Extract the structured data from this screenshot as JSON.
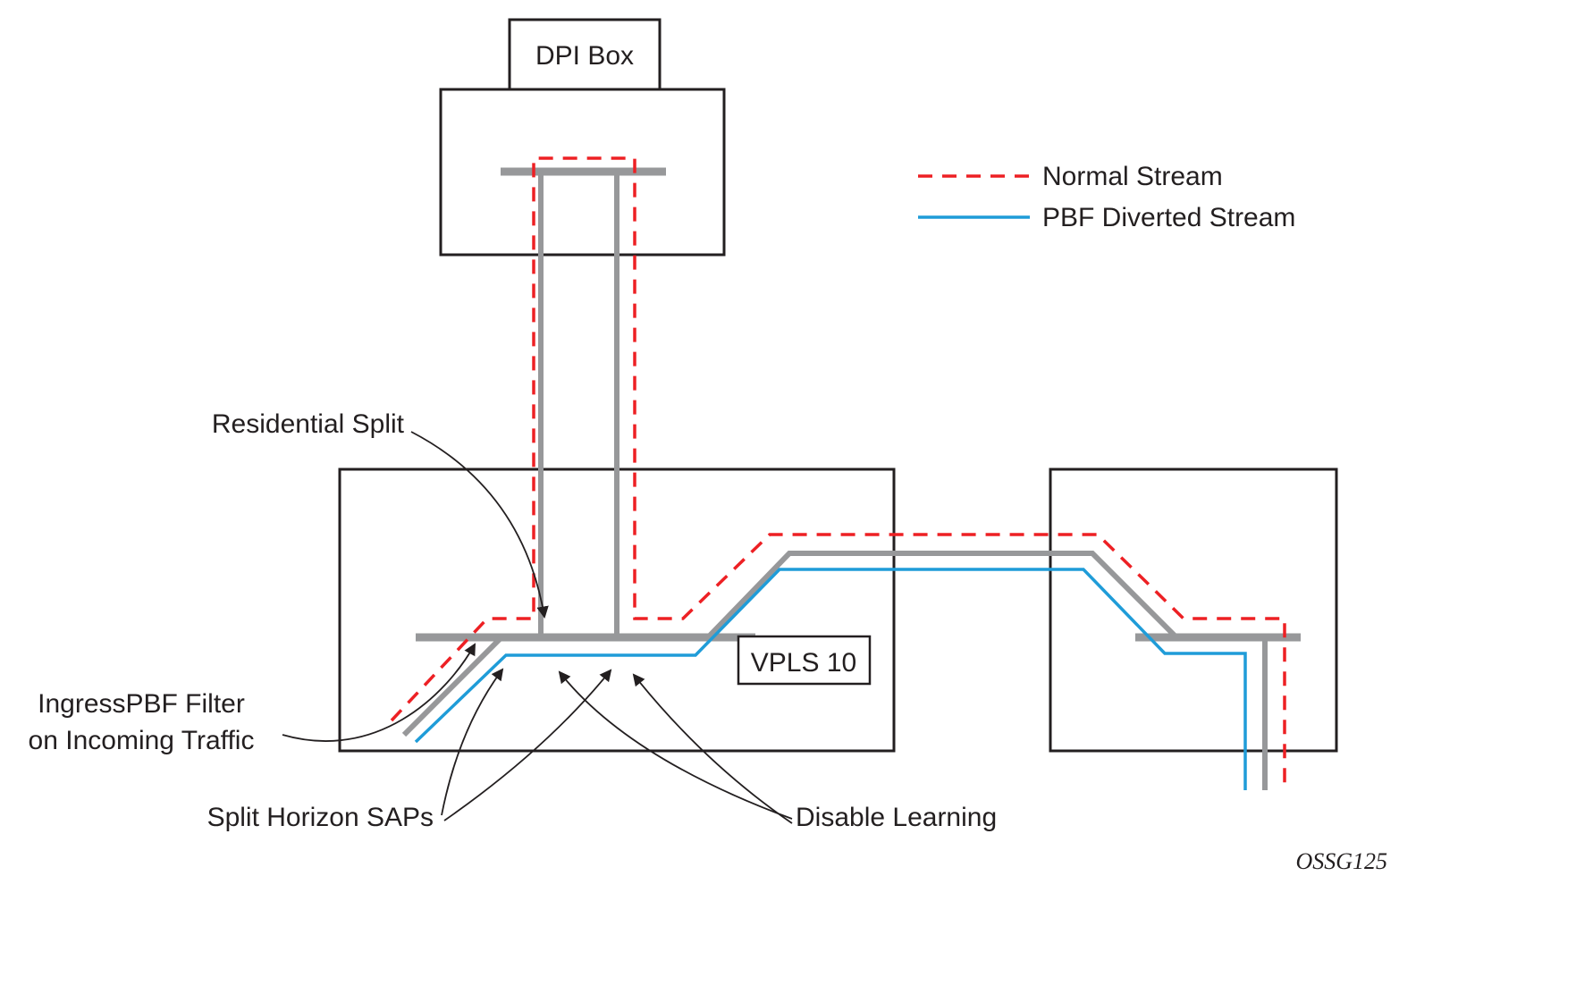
{
  "diagram": {
    "dpi_box_label": "DPI Box",
    "vpls_label": "VPLS 10",
    "legend": {
      "normal_stream": "Normal Stream",
      "pbf_stream": "PBF Diverted Stream"
    },
    "annotations": {
      "residential_split": "Residential Split",
      "ingress_line1": "IngressPBF Filter",
      "ingress_line2": "on Incoming Traffic",
      "split_horizon": "Split Horizon SAPs",
      "disable_learning": "Disable Learning",
      "figure_id": "OSSG125"
    },
    "colors": {
      "normal_stream": "#ed2024",
      "pbf_stream": "#1f9cd8",
      "hardware": "#97989a",
      "outline": "#231f20"
    }
  }
}
